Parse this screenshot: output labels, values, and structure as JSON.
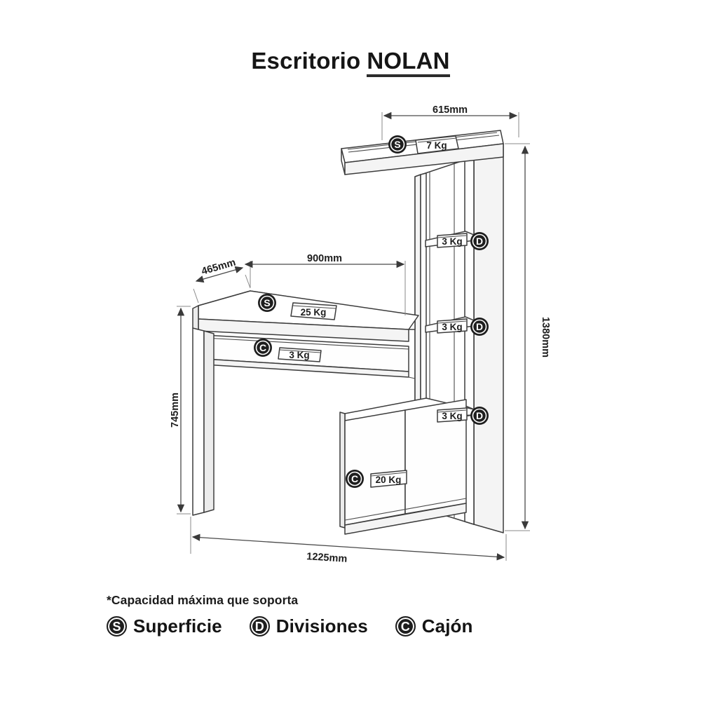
{
  "title": {
    "product_type": "Escritorio",
    "model": "NOLAN"
  },
  "dimensions": {
    "top_shelf_width": "615mm",
    "desk_depth": "465mm",
    "desk_width": "900mm",
    "desk_height": "745mm",
    "total_height": "1380mm",
    "total_width": "1225mm"
  },
  "capacity_tags": {
    "top_shelf": {
      "badge": "S",
      "value": "7 Kg"
    },
    "desk_surface": {
      "badge": "S",
      "value": "25 Kg"
    },
    "drawer": {
      "badge": "C",
      "value": "3 Kg"
    },
    "shelf_upper": {
      "badge": "D",
      "value": "3 Kg"
    },
    "shelf_middle": {
      "badge": "D",
      "value": "3 Kg"
    },
    "shelf_lower": {
      "badge": "D",
      "value": "3 Kg"
    },
    "cabinet": {
      "badge": "C",
      "value": "20 Kg"
    }
  },
  "legend": {
    "note": "*Capacidad máxima que soporta",
    "items": [
      {
        "badge": "S",
        "label": "Superficie"
      },
      {
        "badge": "D",
        "label": "Divisiones"
      },
      {
        "badge": "C",
        "label": "Cajón"
      }
    ]
  },
  "colors": {
    "line": "#3c3c3c",
    "dimension": "#555555",
    "badge_fill": "#1e1e1e",
    "text": "#161616",
    "panel_light": "#fdfdfd",
    "panel_shade": "#f2f2f2"
  }
}
